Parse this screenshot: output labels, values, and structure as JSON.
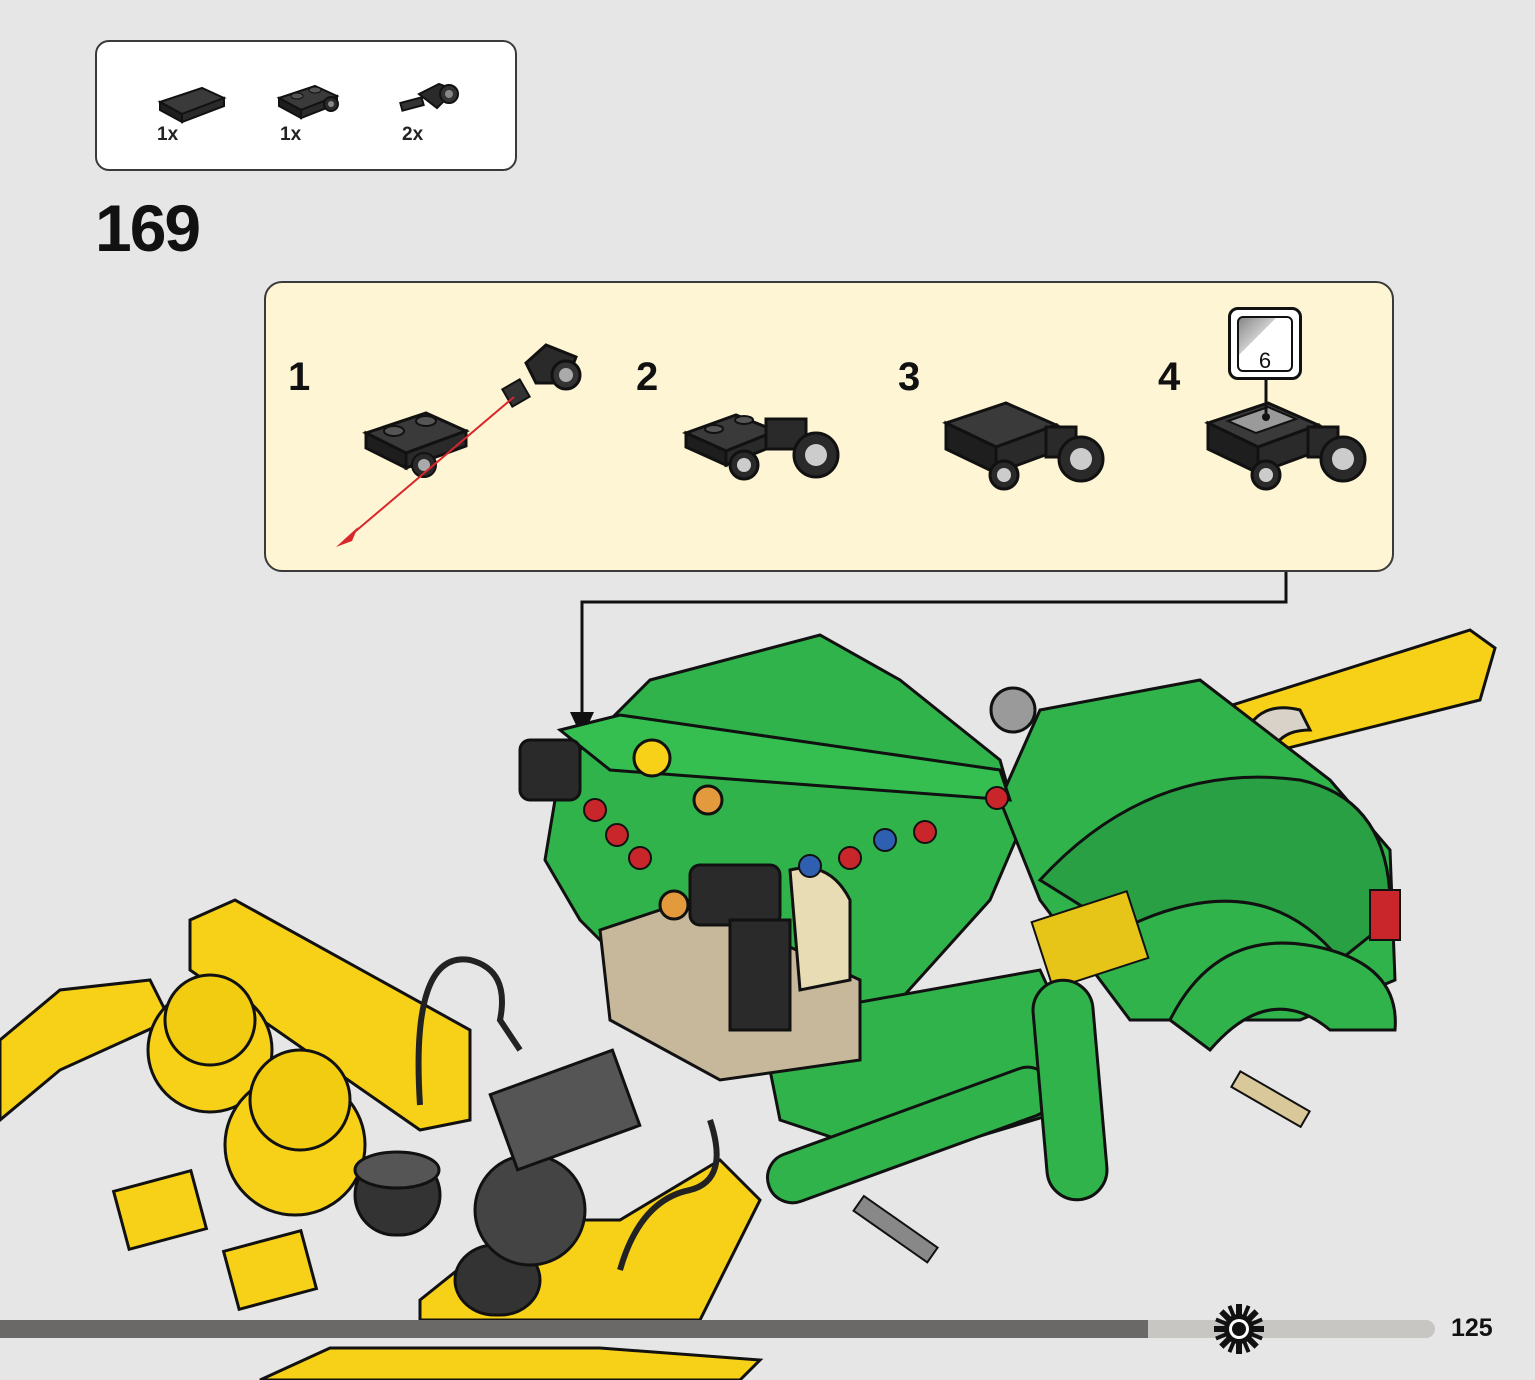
{
  "parts_list": [
    {
      "name": "plate-1x2-black",
      "qty": "1x"
    },
    {
      "name": "plate-with-pin-hole-black",
      "qty": "1x"
    },
    {
      "name": "pin-connector-black",
      "qty": "2x"
    }
  ],
  "step": {
    "number": "169"
  },
  "substeps": [
    {
      "number": "1"
    },
    {
      "number": "2"
    },
    {
      "number": "3"
    },
    {
      "number": "4"
    }
  ],
  "sticker": {
    "number": "6"
  },
  "footer": {
    "page_number": "125",
    "progress": 0.8
  },
  "colors": {
    "green": "#2fb34a",
    "yellow": "#f7d117",
    "black": "#222222",
    "callout_bg": "#fdf5d3",
    "arrow_red": "#d8262b"
  },
  "icons": [
    "gear-icon",
    "sticker-icon"
  ]
}
